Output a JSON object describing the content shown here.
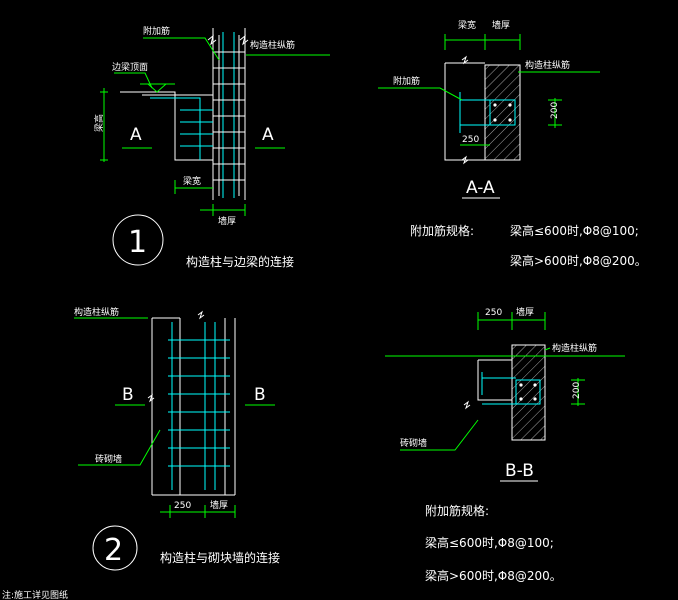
{
  "detail1": {
    "label_extra_bar": "附加筋",
    "label_beam_top": "边梁顶面",
    "label_column_bar": "构造柱纵筋",
    "label_beam_height": "梁高",
    "label_beam_width": "梁宽",
    "label_wall_thickness": "墙厚",
    "section_left": "A",
    "section_right": "A",
    "number": "1",
    "caption": "构造柱与边梁的连接"
  },
  "sectionAA": {
    "label_beam_width": "梁宽",
    "label_wall_thickness": "墙厚",
    "label_extra_bar": "附加筋",
    "label_column_bar": "构造柱纵筋",
    "dim_250": "250",
    "dim_200": "200",
    "title": "A-A",
    "spec_heading": "附加筋规格:",
    "spec_line1": "梁高≤600时,Φ8@100;",
    "spec_line2": "梁高>600时,Φ8@200。"
  },
  "detail2": {
    "label_column_bar": "构造柱纵筋",
    "label_brick_wall": "砖砌墙",
    "section_left": "B",
    "section_right": "B",
    "dim_250": "250",
    "label_wall_thickness": "墙厚",
    "number": "2",
    "caption": "构造柱与砌块墙的连接"
  },
  "sectionBB": {
    "dim_250": "250",
    "label_wall_thickness": "墙厚",
    "label_column_bar": "构造柱纵筋",
    "label_brick_wall": "砖砌墙",
    "dim_200": "200",
    "title": "B-B",
    "spec_heading": "附加筋规格:",
    "spec_line1": "梁高≤600时,Φ8@100;",
    "spec_line2": "梁高>600时,Φ8@200。"
  },
  "bottom_note": "注:施工详见图纸"
}
